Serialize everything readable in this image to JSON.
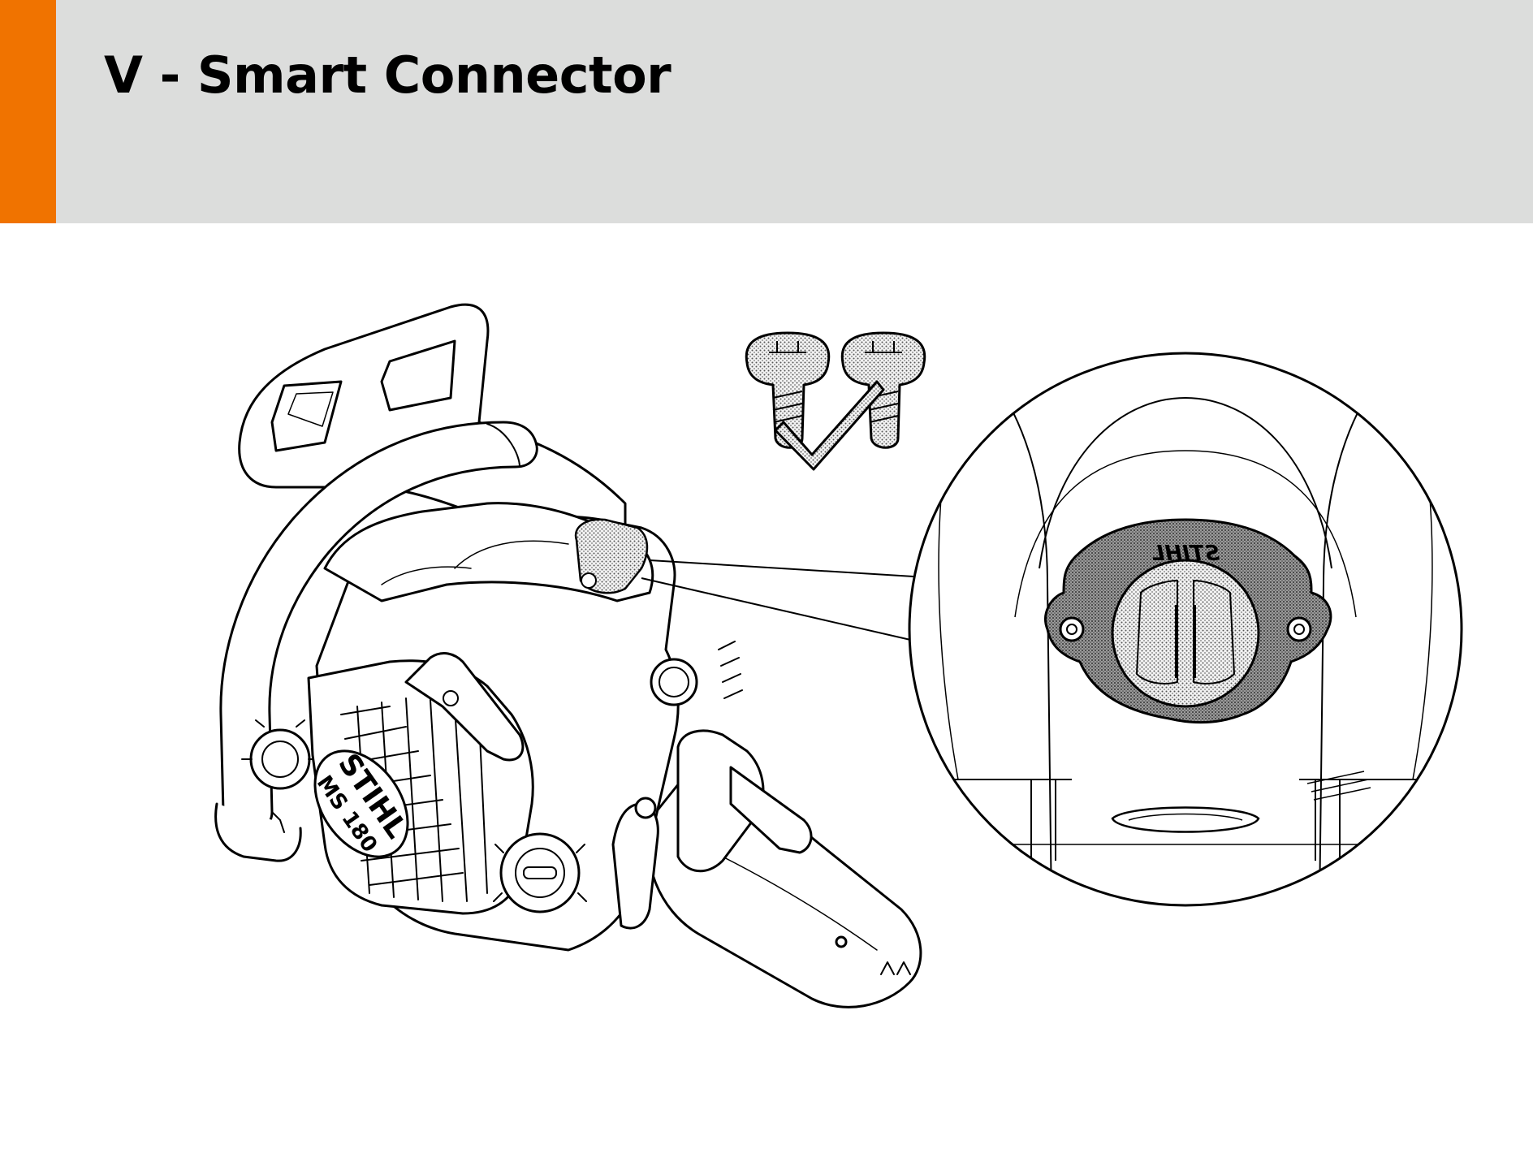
{
  "header": {
    "title": "V - Smart Connector",
    "accent_color": "#f07300",
    "background_color": "#dcdddc"
  },
  "illustration": {
    "brand_logo": "STIHL",
    "model_label": "MS 180",
    "connector_logo": "STIHL",
    "icons": [
      "chainsaw-illustration",
      "screw-icon",
      "checkmark-icon",
      "magnified-detail-circle",
      "smart-connector-icon"
    ]
  }
}
